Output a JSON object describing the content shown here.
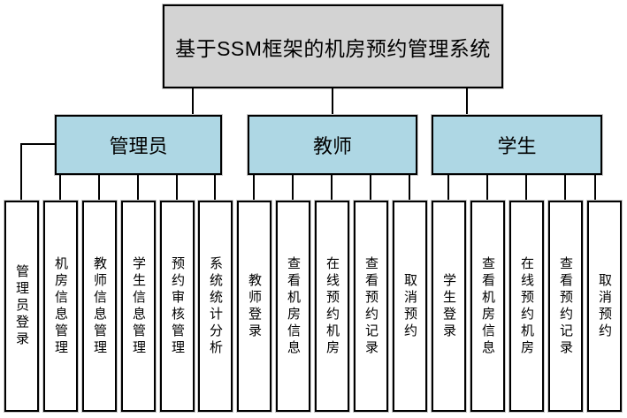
{
  "title": "基于SSM框架的机房预约管理系统",
  "diagram_type": "hierarchy-org-chart",
  "colors": {
    "root_fill": "#d3d3d3",
    "branch_fill": "#aed7e4",
    "leaf_fill": "#ffffff",
    "border": "#000000",
    "background": "#ffffff"
  },
  "branches": [
    {
      "label": "管理员",
      "children": [
        "管理员登录",
        "机房信息管理",
        "教师信息管理",
        "学生信息管理",
        "预约审核管理",
        "系统统计分析"
      ]
    },
    {
      "label": "教师",
      "children": [
        "教师登录",
        "查看机房信息",
        "在线预约机房",
        "查看预约记录",
        "取消预约"
      ]
    },
    {
      "label": "学生",
      "children": [
        "学生登录",
        "查看机房信息",
        "在线预约机房",
        "查看预约记录",
        "取消预约"
      ]
    }
  ]
}
